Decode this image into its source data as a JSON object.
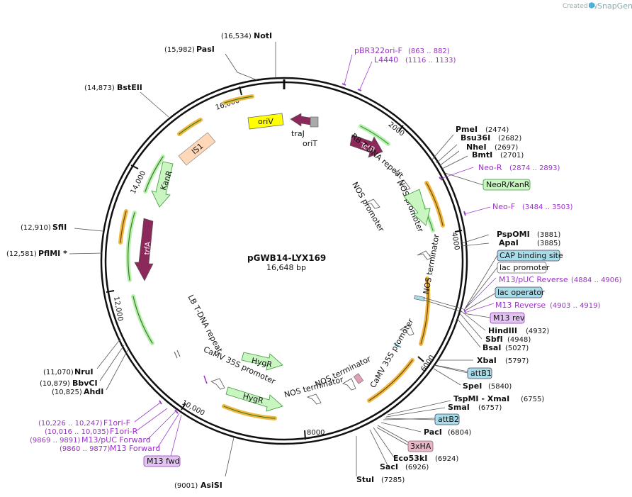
{
  "header": {
    "credit_text": "Created by",
    "brand_text": "SnapGene"
  },
  "plasmid": {
    "name": "pGWB14-LYX169",
    "size_text": "16,648 bp"
  },
  "ticks": [
    "2000",
    "4000",
    "6000",
    "8000",
    "10,000",
    "12,000",
    "14,000",
    "16,000"
  ],
  "sites": {
    "noti": {
      "name": "NotI",
      "pos": "(16,534)"
    },
    "pasi": {
      "name": "PasI",
      "pos": "(15,982)"
    },
    "bsteii": {
      "name": "BstEII",
      "pos": "(14,873)"
    },
    "sfii": {
      "name": "SfiI",
      "pos": "(12,910)"
    },
    "pflmi": {
      "name": "PflMI *",
      "pos": "(12,581)"
    },
    "nrui": {
      "name": "NruI",
      "pos": "(11,070)"
    },
    "bbvci": {
      "name": "BbvCI",
      "pos": "(10,879)"
    },
    "ahdi": {
      "name": "AhdI",
      "pos": "(10,825)"
    },
    "asisi": {
      "name": "AsiSI",
      "pos": "(9001)"
    },
    "pmei": {
      "name": "PmeI",
      "pos": "(2474)"
    },
    "bsu36i": {
      "name": "Bsu36I",
      "pos": "(2682)"
    },
    "nhei": {
      "name": "NheI",
      "pos": "(2697)"
    },
    "bmti": {
      "name": "BmtI",
      "pos": "(2701)"
    },
    "psp": {
      "name": "PspOMI",
      "pos": "(3881)"
    },
    "apai": {
      "name": "ApaI",
      "pos": "(3885)"
    },
    "hind": {
      "name": "HindIII",
      "pos": "(4932)"
    },
    "sbfi": {
      "name": "SbfI",
      "pos": "(4948)"
    },
    "bsai": {
      "name": "BsaI",
      "pos": "(5027)"
    },
    "xbai": {
      "name": "XbaI",
      "pos": "(5797)"
    },
    "spei": {
      "name": "SpeI",
      "pos": "(5840)"
    },
    "tsp": {
      "name": "TspMI  - XmaI",
      "pos": "(6755)"
    },
    "smai": {
      "name": "SmaI",
      "pos": "(6757)"
    },
    "paci": {
      "name": "PacI",
      "pos": "(6804)"
    },
    "eco": {
      "name": "Eco53kI",
      "pos": "(6924)"
    },
    "saci": {
      "name": "SacI",
      "pos": "(6926)"
    },
    "stui": {
      "name": "StuI",
      "pos": "(7285)"
    }
  },
  "primers": {
    "pbr": {
      "name": "pBR322ori-F",
      "pos": "(863 .. 882)"
    },
    "l4440": {
      "name": "L4440",
      "pos": "(1116 .. 1133)"
    },
    "neor": {
      "name": "Neo-R",
      "pos": "(2874 .. 2893)"
    },
    "neof": {
      "name": "Neo-F",
      "pos": "(3484 .. 3503)"
    },
    "m13puc": {
      "name": "M13/pUC Reverse",
      "pos": "(4884 .. 4906)"
    },
    "m13rev": {
      "name": "M13 Reverse",
      "pos": "(4903 .. 4919)"
    },
    "f1f": {
      "name": "F1ori-F",
      "pos": "(10,226 .. 10,247)"
    },
    "f1r": {
      "name": "F1ori-R",
      "pos": "(10,016 .. 10,035)"
    },
    "m13fwd": {
      "name": "M13/pUC Forward",
      "pos": "(9869 .. 9891)"
    },
    "m13f": {
      "name": "M13 Forward",
      "pos": "(9860 .. 9877)"
    }
  },
  "boxes": {
    "neokan": "NeoR/KanR",
    "cap": "CAP binding site",
    "lacp": "lac promoter",
    "laco": "lac operator",
    "m13revbox": "M13 rev",
    "attb1": "attB1",
    "attb2": "attB2",
    "ha": "3xHA",
    "m13fwdbox": "M13 fwd"
  },
  "features": {
    "oriv": "oriV",
    "traj": "traJ",
    "orit": "oriT",
    "tetr": "TetR",
    "is1": "IS1",
    "kanr": "KanR",
    "trfa": "trfA",
    "rb": "RB T-DNA repeat",
    "lb": "LB T-DNA repeat",
    "nosp1": "NOS promoter",
    "nosp2": "NOS promoter",
    "nost1": "NOS terminator",
    "nost2": "NOS terminator",
    "nost3": "NOS terminator",
    "camv1": "CaMV 35S promoter",
    "camv2": "CaMV 35S promoter",
    "hygr1": "HygR",
    "hygr2": "HygR"
  },
  "colors": {
    "backbone": "#111111",
    "orf_green": "#b8f0b0",
    "orf_border": "#3a9a3a",
    "tetr_purple": "#8b2a5a",
    "oriv_yellow": "#ffff00",
    "is1_peach": "#ffd8b8",
    "orange_arc": "#f0b840",
    "primer_purple": "#9b30c8",
    "box_teal": "#a8dce8"
  }
}
